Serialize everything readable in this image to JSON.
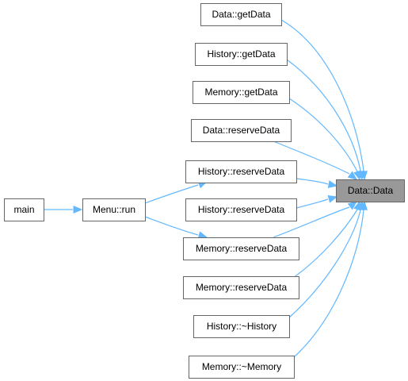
{
  "diagram": {
    "nodes": [
      {
        "id": "main",
        "label": "main"
      },
      {
        "id": "menu_run",
        "label": "Menu::run"
      },
      {
        "id": "data_getdata",
        "label": "Data::getData"
      },
      {
        "id": "history_getdata",
        "label": "History::getData"
      },
      {
        "id": "memory_getdata",
        "label": "Memory::getData"
      },
      {
        "id": "data_reservedata",
        "label": "Data::reserveData"
      },
      {
        "id": "history_reservedata_1",
        "label": "History::reserveData"
      },
      {
        "id": "history_reservedata_2",
        "label": "History::reserveData"
      },
      {
        "id": "memory_reservedata_1",
        "label": "Memory::reserveData"
      },
      {
        "id": "memory_reservedata_2",
        "label": "Memory::reserveData"
      },
      {
        "id": "history_destructor",
        "label": "History::~History"
      },
      {
        "id": "memory_destructor",
        "label": "Memory::~Memory"
      },
      {
        "id": "data_data",
        "label": "Data::Data",
        "highlight": true
      }
    ],
    "edges": [
      {
        "from": "main",
        "to": "menu_run"
      },
      {
        "from": "menu_run",
        "to": "history_reservedata_1"
      },
      {
        "from": "menu_run",
        "to": "memory_reservedata_1"
      },
      {
        "from": "data_getdata",
        "to": "data_data"
      },
      {
        "from": "history_getdata",
        "to": "data_data"
      },
      {
        "from": "memory_getdata",
        "to": "data_data"
      },
      {
        "from": "data_reservedata",
        "to": "data_data"
      },
      {
        "from": "history_reservedata_1",
        "to": "data_data"
      },
      {
        "from": "history_reservedata_2",
        "to": "data_data"
      },
      {
        "from": "memory_reservedata_1",
        "to": "data_data"
      },
      {
        "from": "memory_reservedata_2",
        "to": "data_data"
      },
      {
        "from": "history_destructor",
        "to": "data_data"
      },
      {
        "from": "memory_destructor",
        "to": "data_data"
      }
    ],
    "colors": {
      "edge": "#63b8ff",
      "node_border": "#666666",
      "node_fill": "#ffffff",
      "highlight_fill": "#999999"
    }
  }
}
